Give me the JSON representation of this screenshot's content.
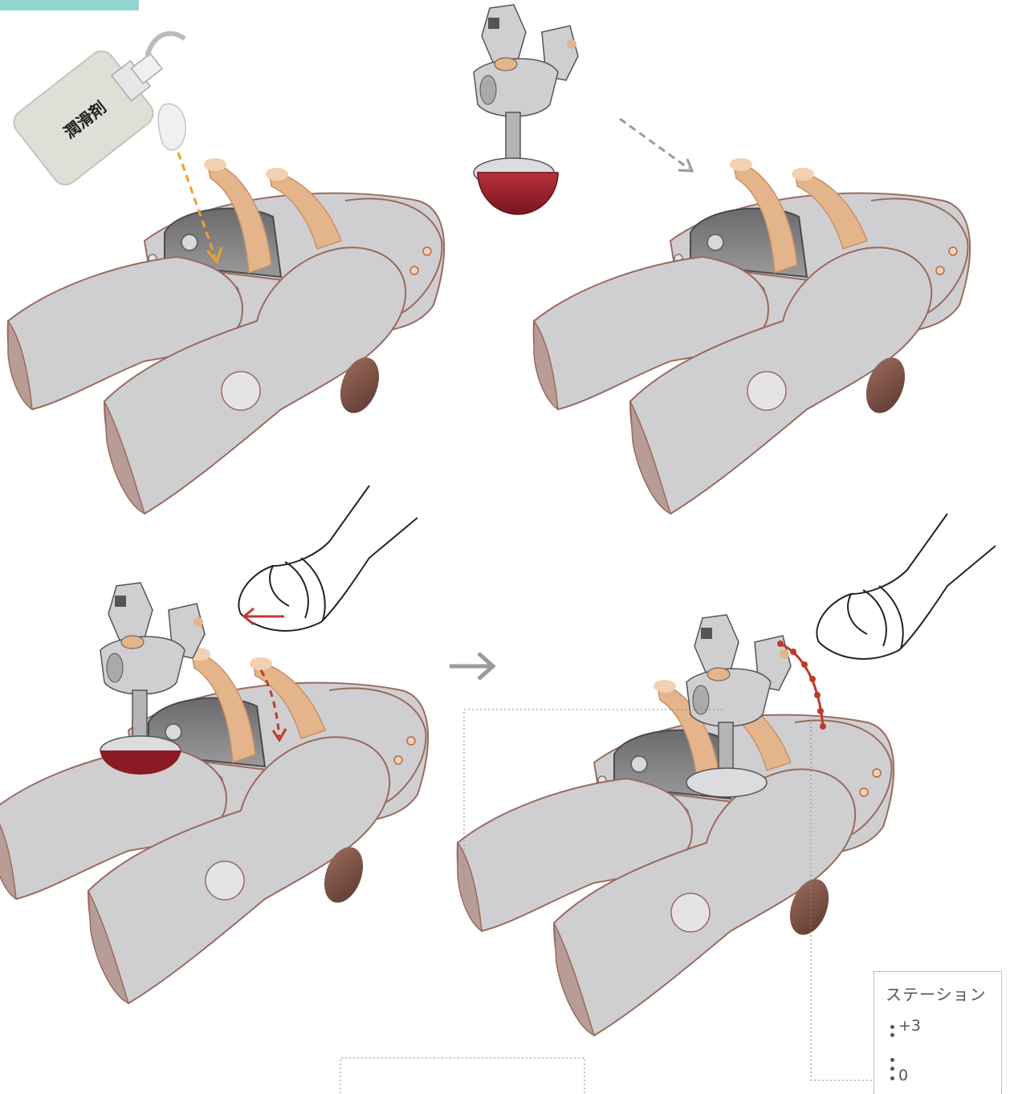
{
  "bottle_label": "潤滑剤",
  "station_legend": {
    "title": "ステーション",
    "items": [
      {
        "label": "+3"
      },
      {
        "label": "0"
      }
    ]
  },
  "colors": {
    "accent_tab": "#93d5d0",
    "thigh_gray": "#cfcfd1",
    "outline_brown": "#9a6a5e",
    "skin_tan": "#e4b58a",
    "device_red": "#a3202c",
    "arrow_red": "#c0392b",
    "arrow_orange": "#f0a02a"
  },
  "icons": [
    "right-arrow-icon",
    "dashed-arrow-icon"
  ]
}
